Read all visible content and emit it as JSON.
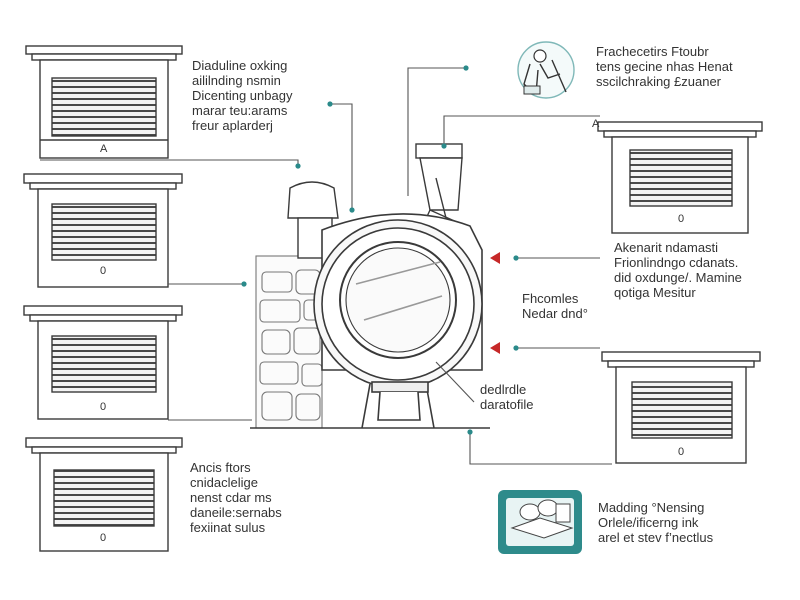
{
  "colors": {
    "line": "#3a3a3a",
    "leader": "#555555",
    "dot_accent": "#2a8a8a",
    "arrow_red": "#c62828",
    "icon_teal": "#2e8b8b",
    "icon_bg": "#e8f4f4"
  },
  "icons": {
    "top_right": "person-with-shovel-icon",
    "bottom_right": "book-and-papers-icon"
  },
  "vents": {
    "top_left_tag": "A",
    "mid_left_tag": "0",
    "lower_left_tag": "0",
    "bottom_left_tag": "0",
    "top_right_tag": "0",
    "bottom_right_tag": "0",
    "top_right_corner_tag": "A"
  },
  "labels": {
    "top_left": [
      "Diaduline oxking",
      "aililnding nsmin",
      "Dicenting unbagy",
      "marar teu:arams",
      "freur aplarderj"
    ],
    "top_right": [
      "Frachecetirs Ftoubr",
      "tens gecine nhas Henat",
      "sscilchraking £zuaner"
    ],
    "mid_right": [
      "Akenarit ndamasti",
      "Frionlindngo cdanats.",
      "did oxdunge/. Mamine",
      "qotiga Mesitur"
    ],
    "center_right": [
      "Fhcomles",
      "Nedar dnd°"
    ],
    "center_bottom": [
      "dedlrdle",
      "daratofile"
    ],
    "bottom_left": [
      "Ancis ftors",
      "cnidaclelige",
      "nenst cdar ms",
      "daneile:sernabs",
      "fexiinat sulus"
    ],
    "bottom_right": [
      "Madding °Nensing",
      "Orlele/ificerng ink",
      "arel et stev f’nectlus"
    ]
  }
}
